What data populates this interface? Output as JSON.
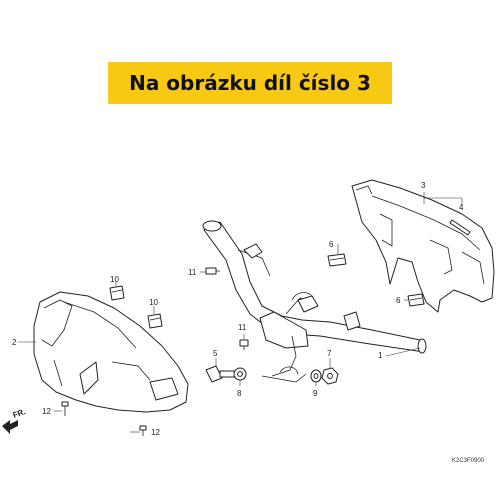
{
  "banner": {
    "text": "Na obrázku díl číslo 3"
  },
  "direction": {
    "text": "FR."
  },
  "diagram_code": "K2C3F0900",
  "callouts": {
    "c1": "1",
    "c2": "2",
    "c3": "3",
    "c4": "4",
    "c5": "5",
    "c6a": "6",
    "c6b": "6",
    "c7": "7",
    "c8": "8",
    "c9": "9",
    "c10a": "10",
    "c10b": "10",
    "c11a": "11",
    "c11b": "11",
    "c12a": "12",
    "c12b": "12"
  }
}
